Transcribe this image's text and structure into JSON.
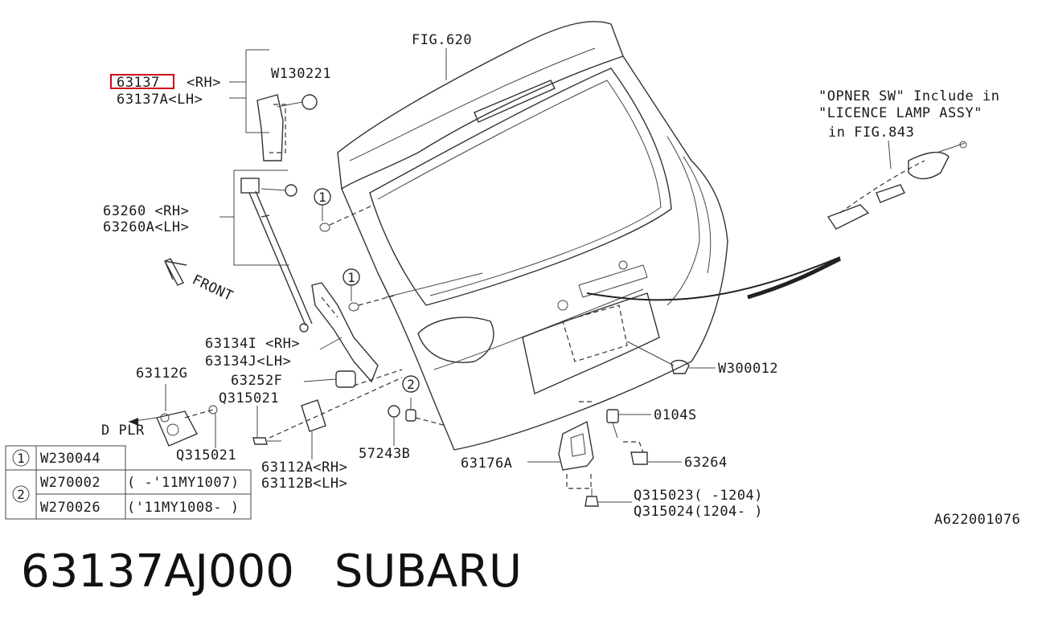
{
  "labels": {
    "fig620": "FIG.620",
    "p63137": "63137",
    "rh1": "<RH>",
    "p63137a": "63137A<LH>",
    "w130221": "W130221",
    "p63260": "63260  <RH>",
    "p63260a": "63260A<LH>",
    "front": "FRONT",
    "p63134i": "63134I <RH>",
    "p63134j": "63134J<LH>",
    "p63112g": "63112G",
    "p63252f": "63252F",
    "q315021a": "Q315021",
    "dplr": "D PLR",
    "q315021b": "Q315021",
    "p63112a": "63112A<RH>",
    "p63112b": "63112B<LH>",
    "p57243b": "57243B",
    "p63176a": "63176A",
    "w300012": "W300012",
    "p0104s": "0104S",
    "p63264": "63264",
    "q315023": "Q315023( -1204)",
    "q315024": "Q315024(1204- )",
    "note1": "\"OPNER SW\" Include in",
    "note2": "\"LICENCE LAMP ASSY\"",
    "note3": "in FIG.843",
    "figcode": "A622001076"
  },
  "callouts": {
    "c1": "1",
    "c2": "2"
  },
  "legend": {
    "row1": {
      "mark": "1",
      "part": "W230044",
      "range": ""
    },
    "row2": {
      "mark": "2",
      "part": "W270002",
      "range": "( -'11MY1007)"
    },
    "row3": {
      "part": "W270026",
      "range": "('11MY1008- )"
    }
  },
  "caption": {
    "part_number": "63137AJ000",
    "brand": "SUBARU"
  },
  "colors": {
    "highlight": "#d0021b"
  }
}
